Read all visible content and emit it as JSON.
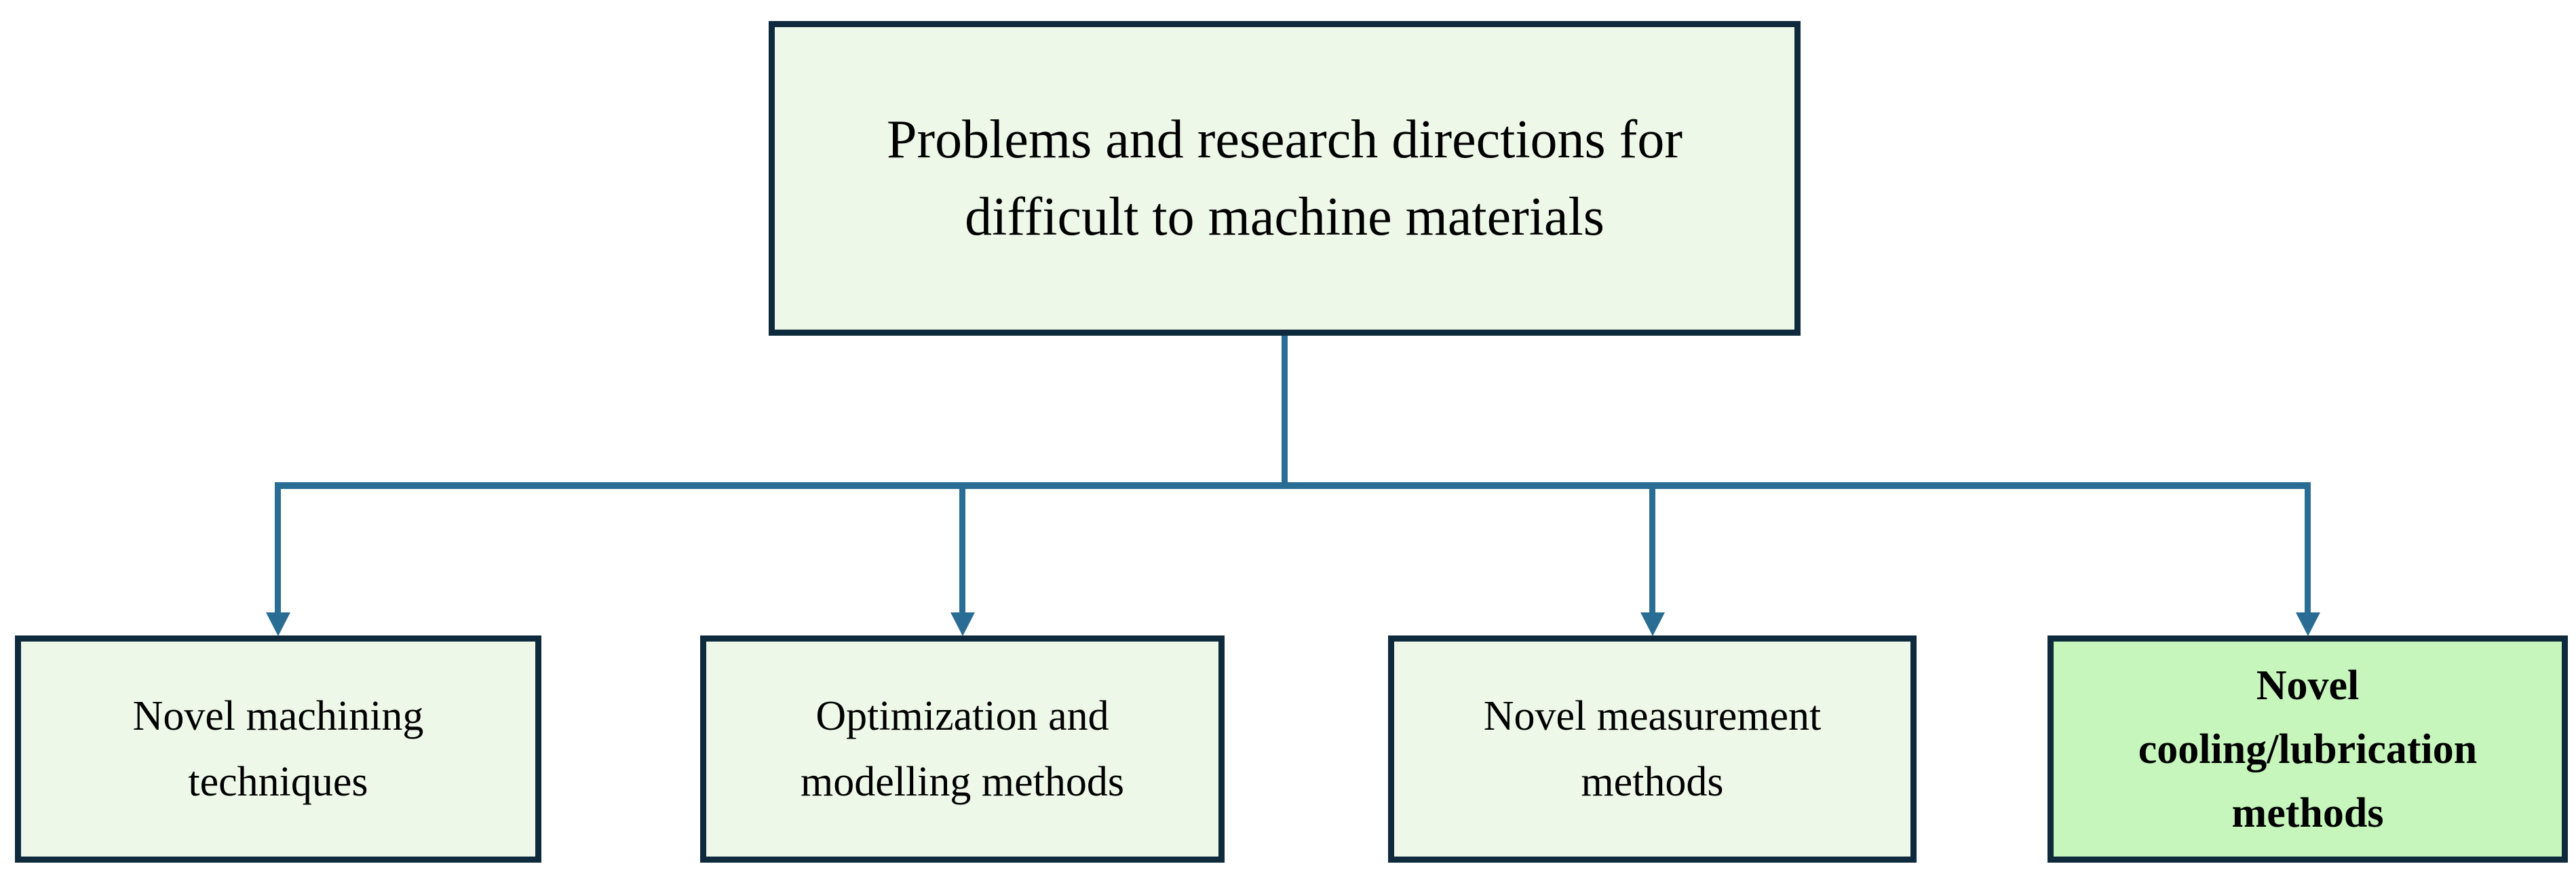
{
  "diagram": {
    "type": "flowchart",
    "title": "Problems and research directions for difficult to machine materials",
    "root": {
      "id": "root",
      "label": "Problems and research directions for\ndifficult to machine materials",
      "highlighted": false
    },
    "children": [
      {
        "id": "novel-machining-techniques",
        "label": "Novel machining\ntechniques",
        "highlighted": false
      },
      {
        "id": "optimization-modelling-methods",
        "label": "Optimization and\nmodelling methods",
        "highlighted": false
      },
      {
        "id": "novel-measurement-methods",
        "label": "Novel measurement\nmethods",
        "highlighted": false
      },
      {
        "id": "novel-cooling-lubrication",
        "label": "Novel\ncooling/lubrication\nmethods",
        "highlighted": true
      }
    ],
    "colors": {
      "background": "#ffffff",
      "box_fill": "#eef8e9",
      "highlight_fill": "#c6f6bc",
      "box_border": "#0e2a3c",
      "connector": "#2a6d94",
      "text": "#000000"
    }
  }
}
